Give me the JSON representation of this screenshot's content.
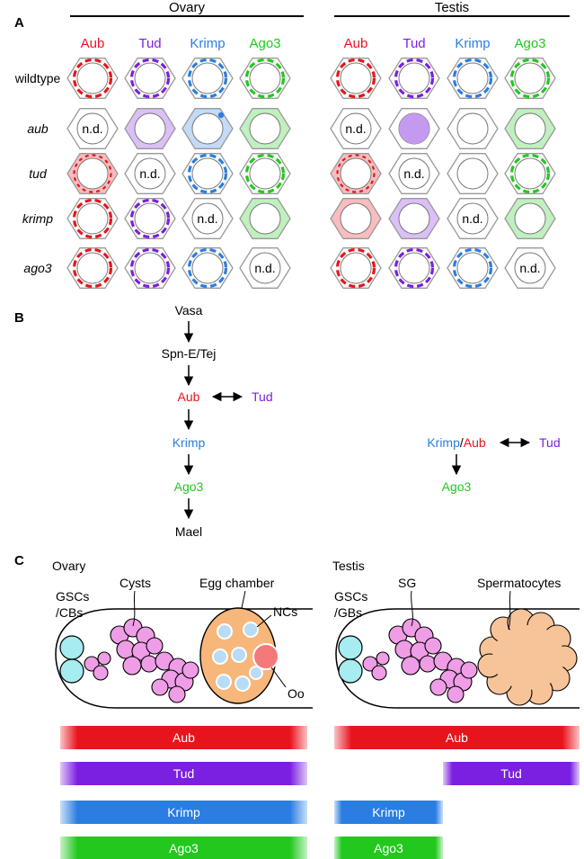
{
  "colors": {
    "Aub": "#e8141c",
    "Tud": "#7b1fe0",
    "Krimp": "#2a7de1",
    "Ago3": "#22c81e",
    "black": "#000000",
    "hex_stroke": "#999999",
    "cell_fill": "#ffffff",
    "gsc_fill": "#a6ecf0",
    "cyst_fill": "#ee9de6",
    "egg_fill": "#f7b77a",
    "spermatocyte_fill": "#f7c49a",
    "nc_fill": "#b9dcf5",
    "oocyte_fill": "#f47a7a"
  },
  "panels": {
    "A": "A",
    "B": "B",
    "C": "C"
  },
  "panel_a": {
    "groups": [
      "Ovary",
      "Testis"
    ],
    "proteins": [
      "Aub",
      "Tud",
      "Krimp",
      "Ago3"
    ],
    "rows": [
      "wildtype",
      "aub",
      "tud",
      "krimp",
      "ago3"
    ],
    "nd_label": "n.d.",
    "states": [
      [
        "dashed",
        "dashed",
        "dashed",
        "dashed",
        "dashed",
        "dashed",
        "dashed",
        "dashed"
      ],
      [
        "nd",
        "diffuse",
        "diffuse_dot",
        "diffuse",
        "nd",
        "blob",
        "empty",
        "diffuse"
      ],
      [
        "diffuse_dashed",
        "nd",
        "dashed",
        "dashed",
        "diffuse_dashed",
        "nd",
        "empty",
        "dashed"
      ],
      [
        "dashed",
        "dashed",
        "nd",
        "diffuse",
        "diffuse",
        "diffuse",
        "nd",
        "diffuse"
      ],
      [
        "dashed",
        "dashed",
        "dashed",
        "nd",
        "dashed",
        "dashed",
        "dashed",
        "nd"
      ]
    ]
  },
  "panel_b": {
    "ovary_pathway": [
      "Vasa",
      "Spn-E/Tej",
      "Aub",
      "Krimp",
      "Ago3",
      "Mael"
    ],
    "ovary_partner": "Tud",
    "testis_pathway": {
      "left": "Krimp",
      "separator": "/",
      "right": "Aub",
      "partner": "Tud",
      "downstream": "Ago3"
    }
  },
  "panel_c": {
    "ovary": {
      "title": "Ovary",
      "gsc_label_line1": "GSCs",
      "gsc_label_line2": "/CBs",
      "cysts_label": "Cysts",
      "egg_label": "Egg chamber",
      "ncs_label": "NCs",
      "oo_label": "Oo"
    },
    "testis": {
      "title": "Testis",
      "gsc_label_line1": "GSCs",
      "gsc_label_line2": "/GBs",
      "sg_label": "SG",
      "spermatocytes_label": "Spermatocytes"
    },
    "ovary_bars": [
      "Aub",
      "Tud",
      "Krimp",
      "Ago3"
    ],
    "testis_bars": [
      "Aub",
      "Tud",
      "Krimp",
      "Ago3"
    ]
  }
}
